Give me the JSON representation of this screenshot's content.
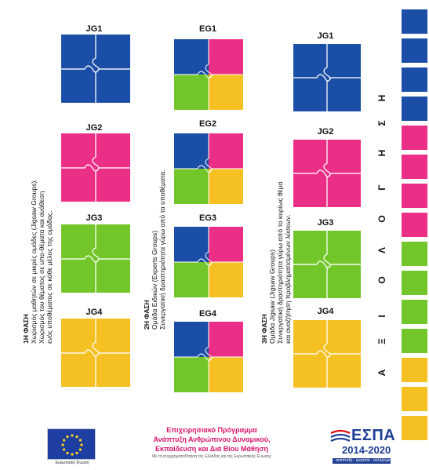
{
  "colors": {
    "blue": "#1b4ea6",
    "magenta": "#ec2f86",
    "green": "#73c62a",
    "yellow": "#f4c022",
    "op_pink": "#d6166b",
    "espa_blue": "#1f3e95"
  },
  "columns": {
    "left": {
      "groups": [
        "JG1",
        "JG2",
        "JG3",
        "JG4"
      ],
      "phase_lines": [
        "1Η ΦΑΣΗ",
        "Χωρισμός μαθητών σε μικρές ομάδες (Jigsaw Groups).",
        "Χωρισμός του θέματος σε υπο-θέματα και ανάθεση",
        "ενός υποθέματος σε κάθε μέλος της ομάδας."
      ]
    },
    "middle": {
      "groups": [
        "EG1",
        "EG2",
        "EG3",
        "EG4"
      ],
      "phase_lines": [
        "2Η ΦΑΣΗ",
        "Ομάδα Ειδικών (Experts Groups)",
        "Συνεργατική δραστηριότητα γύρω από τα υποθέματα."
      ]
    },
    "right": {
      "groups": [
        "JG1",
        "JG2",
        "JG3",
        "JG4"
      ],
      "phase_lines": [
        "3Η ΦΑΣΗ",
        "Ομάδα Jigsaw (Jigsaw Groups)",
        "Συνεργατική δραστηριότητα γύρω από το κυρίως θέμα",
        "και αναζήτηση προβληματισμένων λύσεων."
      ]
    }
  },
  "side_strip": {
    "letters": [
      "Α",
      "Ξ",
      "Ι",
      "Ο",
      "Λ",
      "Ο",
      "Γ",
      "Η",
      "Σ",
      "Η"
    ]
  },
  "footer": {
    "eu_caption": "Ευρωπαϊκή Ένωση",
    "program_line1": "Επιχειρησιακό Πρόγραμμα",
    "program_line2": "Ανάπτυξη Ανθρώπινου Δυναμικού,",
    "program_line3": "Εκπαίδευση και Διά Βίου Μάθηση",
    "program_line4": "Με τη συγχρηματοδότηση της Ελλάδας και της Ευρωπαϊκής Ένωσης",
    "espa_word": "ΕΣΠΑ",
    "espa_years": "2014-2020",
    "espa_tagline": "ανάπτυξη - εργασία - αλληλεγγύη"
  }
}
